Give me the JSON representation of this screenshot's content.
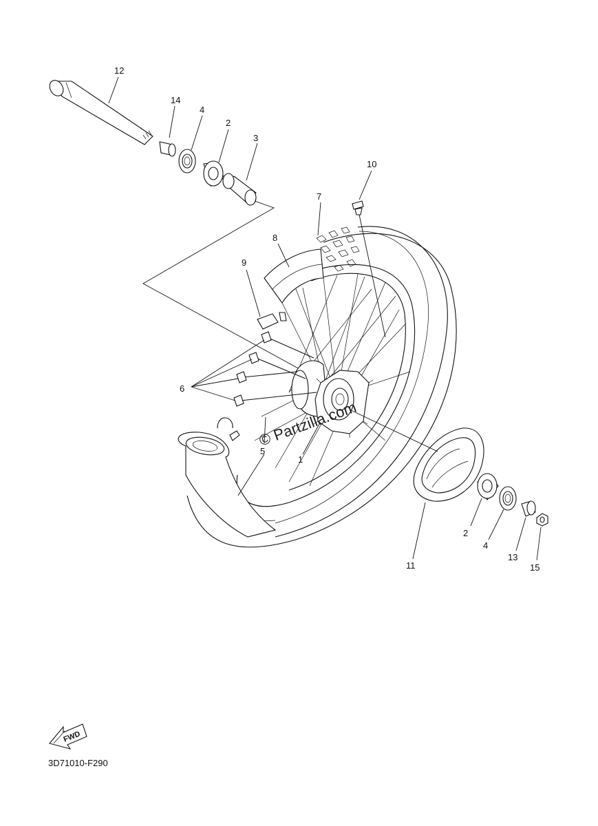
{
  "diagram": {
    "callouts": [
      {
        "id": "c12",
        "label": "12"
      },
      {
        "id": "c14",
        "label": "14"
      },
      {
        "id": "c4a",
        "label": "4"
      },
      {
        "id": "c2a",
        "label": "2"
      },
      {
        "id": "c3",
        "label": "3"
      },
      {
        "id": "c10",
        "label": "10"
      },
      {
        "id": "c7",
        "label": "7"
      },
      {
        "id": "c8",
        "label": "8"
      },
      {
        "id": "c9",
        "label": "9"
      },
      {
        "id": "c6",
        "label": "6"
      },
      {
        "id": "c5",
        "label": "5"
      },
      {
        "id": "c1",
        "label": "1"
      },
      {
        "id": "c11",
        "label": "11"
      },
      {
        "id": "c2b",
        "label": "2"
      },
      {
        "id": "c4b",
        "label": "4"
      },
      {
        "id": "c13",
        "label": "13"
      },
      {
        "id": "c15",
        "label": "15"
      }
    ],
    "watermark": "© Partzilla.com",
    "fwd_label": "FWD",
    "figure_code": "3D71010-F290"
  }
}
